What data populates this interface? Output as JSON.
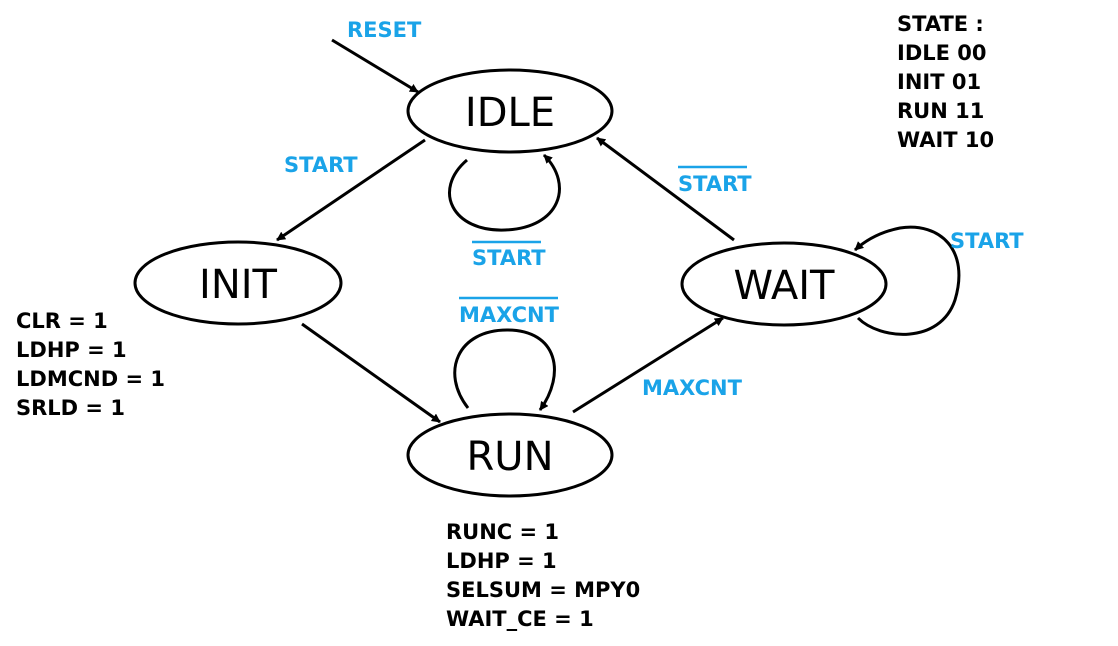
{
  "colors": {
    "line": "#000000",
    "label": "#1aa3e8",
    "text": "#000000"
  },
  "states": {
    "idle": "IDLE",
    "init": "INIT",
    "run": "RUN",
    "wait": "WAIT"
  },
  "transitions": {
    "reset": "RESET",
    "idle_to_init": "START",
    "idle_self": "START",
    "run_self": "MAXCNT",
    "run_to_wait": "MAXCNT",
    "wait_to_idle": "START",
    "wait_self": "START"
  },
  "encoding": {
    "title": "STATE :",
    "lines": [
      "IDLE 00",
      "INIT 01",
      "RUN 11",
      "WAIT 10"
    ]
  },
  "init_outputs": [
    "CLR = 1",
    "LDHP = 1",
    "LDMCND = 1",
    "SRLD = 1"
  ],
  "run_outputs": [
    "RUNC = 1",
    "LDHP = 1",
    "SELSUM = MPY0",
    "WAIT_CE = 1"
  ]
}
